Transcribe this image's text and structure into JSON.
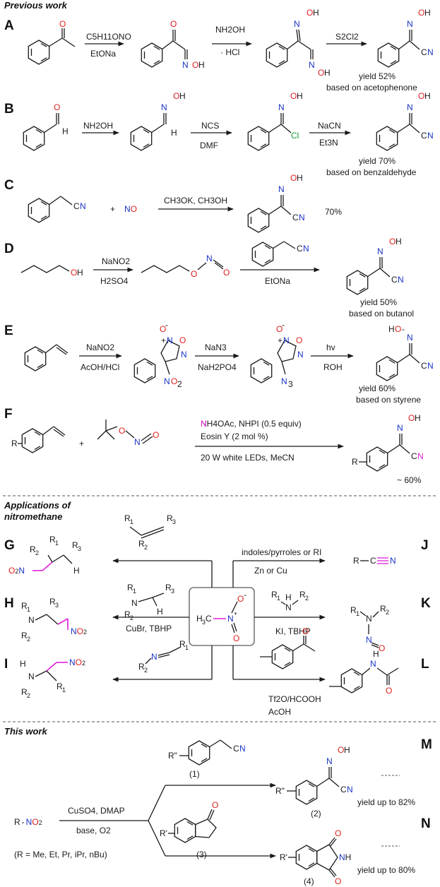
{
  "sections": {
    "previous": "Previous work",
    "applications_line1": "Applications of",
    "applications_line2": "nitromethane",
    "this_work": "This work"
  },
  "panels": {
    "A": {
      "letter": "A",
      "reagent1_top": "C5H11ONO",
      "reagent1_bottom": "EtONa",
      "reagent2_top": "NH2OH",
      "reagent2_bottom": "· HCl",
      "reagent3_top": "S2Cl2",
      "yield": "yield 52%",
      "basis": "based on acetophenone"
    },
    "B": {
      "letter": "B",
      "reagent1_top": "NH2OH",
      "reagent2_top": "NCS",
      "reagent2_bottom": "DMF",
      "reagent3_top": "NaCN",
      "reagent3_bottom": "Et3N",
      "yield": "yield 70%",
      "basis": "based on benzaldehyde"
    },
    "C": {
      "letter": "C",
      "plus": "+",
      "nitrosyl": "NO",
      "reagent_top": "CH3OK, CH3OH",
      "yield": "70%"
    },
    "D": {
      "letter": "D",
      "reagent1_top": "NaNO2",
      "reagent1_bottom": "H2SO4",
      "reagent2_bottom": "EtONa",
      "yield": "yield 50%",
      "basis": "based on butanol"
    },
    "E": {
      "letter": "E",
      "reagent1_top": "NaNO2",
      "reagent1_bottom": "AcOH/HCl",
      "reagent2_top": "NaN3",
      "reagent2_bottom": "NaH2PO4",
      "reagent3_top": "hv",
      "reagent3_bottom": "ROH",
      "yield": "yield 60%",
      "basis": "based on styrene"
    },
    "F": {
      "letter": "F",
      "plus": "+",
      "reagent_line1": "NH4OAc, NHPI (0.5 equiv)",
      "reagent_line2": "Eosin Y (2 mol %)",
      "reagent_line3": "20 W white LEDs, MeCN",
      "yield": "~ 60%"
    },
    "G": {
      "letter": "G"
    },
    "H": {
      "letter": "H",
      "reagent": "CuBr, TBHP"
    },
    "I": {
      "letter": "I"
    },
    "J": {
      "letter": "J",
      "reagent_top": "indoles/pyrroles or RI",
      "reagent_bottom": "Zn or Cu"
    },
    "K": {
      "letter": "K",
      "reagent": "KI, TBHP"
    },
    "L": {
      "letter": "L",
      "reagent_line1": "Tf2O/HCOOH",
      "reagent_line2": "AcOH"
    },
    "M": {
      "letter": "M",
      "compound": "(2)",
      "reactant": "(1)",
      "yield": "yield up to 82%"
    },
    "N": {
      "letter": "N",
      "compound": "(4)",
      "reactant": "(3)",
      "yield": "yield up to 80%"
    }
  },
  "this_work": {
    "substrate": "R-NO2",
    "reagent_top": "CuSO4, DMAP",
    "reagent_bottom": "base, O2",
    "r_groups": "(R = Me, Et, Pr, iPr, nBu)"
  },
  "colors": {
    "oxygen": "#e0201b",
    "nitrogen": "#1a33c8",
    "chlorine": "#1a9a3a",
    "highlight": "#e020d8"
  }
}
